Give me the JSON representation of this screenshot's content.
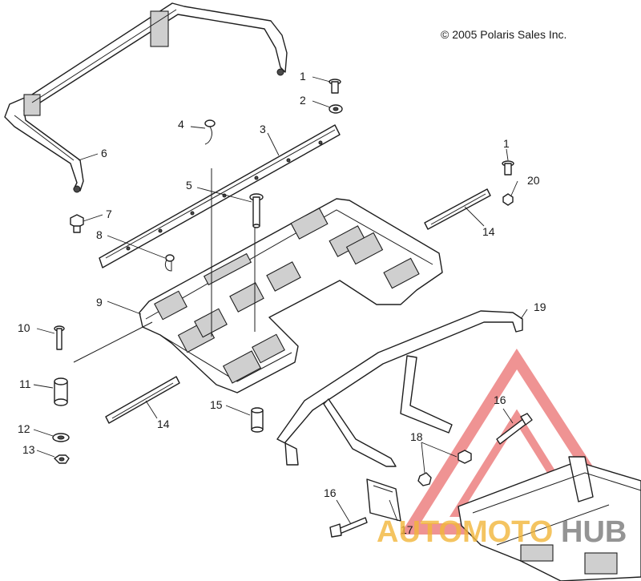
{
  "copyright": "© 2005 Polaris Sales Inc.",
  "callouts": [
    {
      "id": "c1a",
      "label": "1"
    },
    {
      "id": "c2",
      "label": "2"
    },
    {
      "id": "c3",
      "label": "3"
    },
    {
      "id": "c4",
      "label": "4"
    },
    {
      "id": "c5",
      "label": "5"
    },
    {
      "id": "c6",
      "label": "6"
    },
    {
      "id": "c7",
      "label": "7"
    },
    {
      "id": "c8",
      "label": "8"
    },
    {
      "id": "c9",
      "label": "9"
    },
    {
      "id": "c10",
      "label": "10"
    },
    {
      "id": "c11",
      "label": "11"
    },
    {
      "id": "c12",
      "label": "12"
    },
    {
      "id": "c13",
      "label": "13"
    },
    {
      "id": "c14a",
      "label": "14"
    },
    {
      "id": "c14b",
      "label": "14"
    },
    {
      "id": "c15",
      "label": "15"
    },
    {
      "id": "c16a",
      "label": "16"
    },
    {
      "id": "c16b",
      "label": "16"
    },
    {
      "id": "c17",
      "label": "17"
    },
    {
      "id": "c18",
      "label": "18"
    },
    {
      "id": "c19",
      "label": "19"
    },
    {
      "id": "c1b",
      "label": "1"
    },
    {
      "id": "c20",
      "label": "20"
    }
  ],
  "watermark": {
    "text_part1": "AUTOMOTO",
    "text_part2": "HUB",
    "color_primary": "#e23b3b",
    "color_secondary": "#f2b63a",
    "color_tertiary": "#7a7a7a"
  }
}
